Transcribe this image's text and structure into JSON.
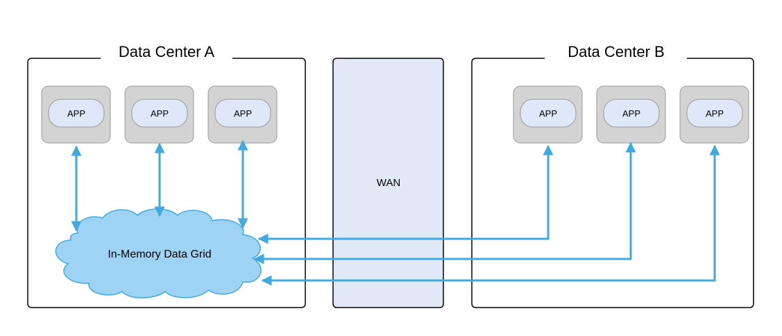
{
  "data_center_a": {
    "title": "Data Center A",
    "apps": [
      "APP",
      "APP",
      "APP"
    ],
    "grid_label": "In-Memory Data Grid"
  },
  "wan": {
    "label": "WAN"
  },
  "data_center_b": {
    "title": "Data Center B",
    "apps": [
      "APP",
      "APP",
      "APP"
    ]
  },
  "colors": {
    "arrow": "#3fa9e0",
    "cloud_fill": "#9fd3f5",
    "cloud_stroke": "#3fa9e0",
    "app_outer": "#d3d3d3",
    "app_inner": "#dfe8f8",
    "wan_fill": "#e1e9f6"
  }
}
